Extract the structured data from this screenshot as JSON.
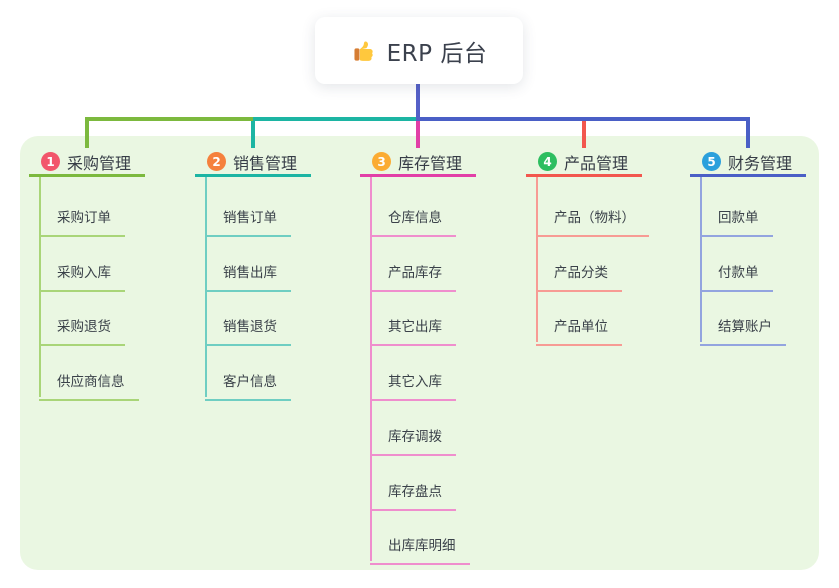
{
  "canvas": {
    "background": "#ffffff",
    "panel_color": "#EAF7E2"
  },
  "root": {
    "label": "ERP 后台",
    "icon": "thumbs-up-icon",
    "text_color": "#3B414D",
    "line_color": "#5560C8"
  },
  "text_colors": {
    "branch_title": "#363C46",
    "child": "#3A4149"
  },
  "branches": [
    {
      "number": "1",
      "label": "采购管理",
      "badge_color": "#F2566B",
      "line_color": "#7CB93E",
      "child_line_color": "#A9D578",
      "children": [
        "采购订单",
        "采购入库",
        "采购退货",
        "供应商信息"
      ]
    },
    {
      "number": "2",
      "label": "销售管理",
      "badge_color": "#F5813D",
      "line_color": "#1CB5A3",
      "child_line_color": "#6FCEC2",
      "children": [
        "销售订单",
        "销售出库",
        "销售退货",
        "客户信息"
      ]
    },
    {
      "number": "3",
      "label": "库存管理",
      "badge_color": "#FBAC33",
      "line_color": "#E23FA7",
      "child_line_color": "#EF8ECD",
      "children": [
        "仓库信息",
        "产品库存",
        "其它出库",
        "其它入库",
        "库存调拨",
        "库存盘点",
        "出库库明细"
      ]
    },
    {
      "number": "4",
      "label": "产品管理",
      "badge_color": "#2DBE60",
      "line_color": "#F2574E",
      "child_line_color": "#F79B94",
      "children": [
        "产品（物料）",
        "产品分类",
        "产品单位"
      ]
    },
    {
      "number": "5",
      "label": "财务管理",
      "badge_color": "#2BA0DC",
      "line_color": "#4A5FC6",
      "child_line_color": "#93A4DF",
      "children": [
        "回款单",
        "付款单",
        "结算账户"
      ]
    }
  ]
}
